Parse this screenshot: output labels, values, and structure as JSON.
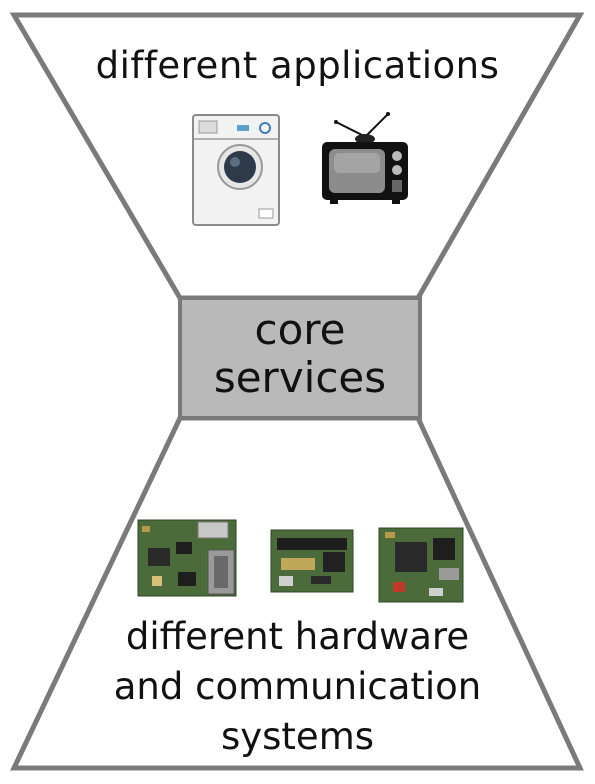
{
  "top_label": "different applications",
  "core_label_line1": "core",
  "core_label_line2": "services",
  "bottom_label_line1": "different hardware",
  "bottom_label_line2": "and communication",
  "bottom_label_line3": "systems",
  "colors": {
    "outline": "#7a7a7a",
    "core_fill": "#b9b9b9",
    "board_green": "#4c6b3a",
    "chip": "#2a2a2a"
  },
  "icons": [
    "washing-machine-icon",
    "television-icon",
    "circuit-board-icon",
    "circuit-board-icon",
    "circuit-board-icon"
  ]
}
